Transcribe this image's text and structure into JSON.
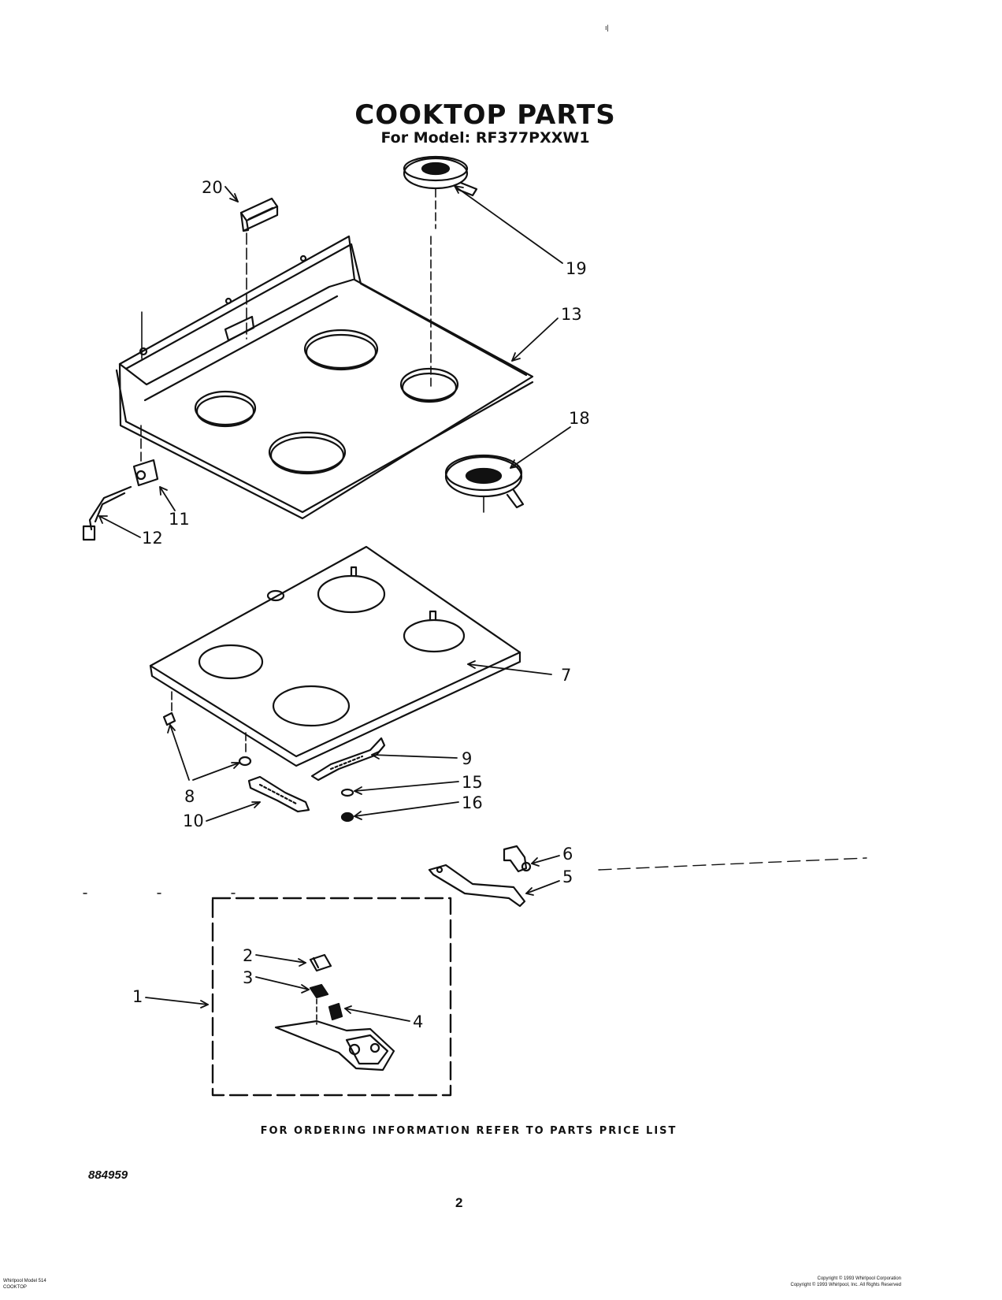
{
  "header": {
    "title": "COOKTOP PARTS",
    "subtitle": "For Model: RF377PXXW1",
    "corner_mark": "ı|"
  },
  "callouts": [
    "20",
    "19",
    "13",
    "18",
    "11",
    "12",
    "7",
    "9",
    "15",
    "16",
    "8",
    "10",
    "6",
    "5",
    "2",
    "3",
    "1",
    "4"
  ],
  "footer": {
    "ordering_note": "FOR ORDERING INFORMATION REFER TO PARTS PRICE LIST",
    "doc_number": "884959",
    "page_number": "2",
    "left_lines": [
      "Whirlpool Model 514",
      "COOKTOP"
    ],
    "right_lines": [
      "Copyright © 1993 Whirlpool Corporation",
      "Copyright © 1993 Whirlpool, Inc. All Rights Reserved"
    ]
  }
}
